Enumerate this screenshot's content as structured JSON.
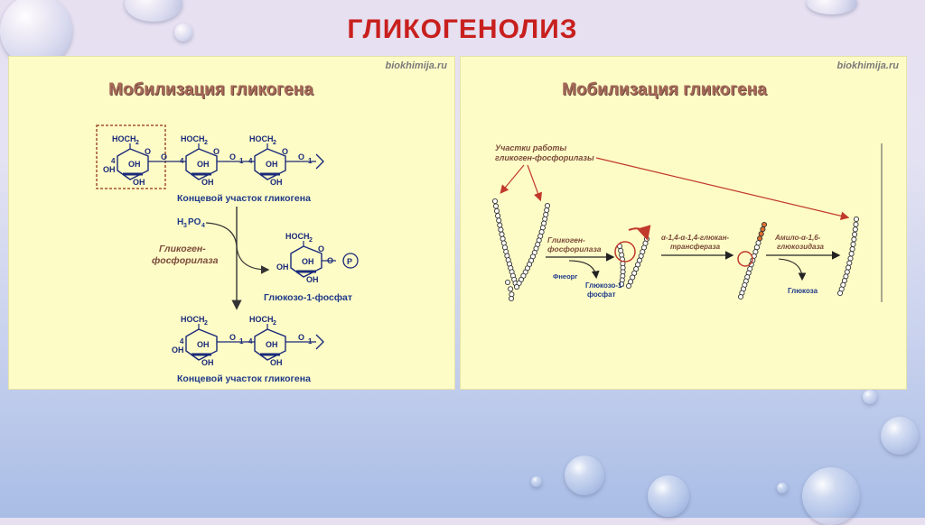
{
  "slide_title": "ГЛИКОГЕНОЛИЗ",
  "left_panel": {
    "site": "biokhimija.ru",
    "title": "Мобилизация гликогена",
    "hoch2": "HOCH",
    "sub2": "2",
    "oh": "OH",
    "o": "O",
    "n1": "1",
    "n4": "4",
    "terminal_label_top": "Концевой участок гликогена",
    "h3po4_h": "H",
    "h3po4_3": "3",
    "h3po4_po": "PO",
    "h3po4_4": "4",
    "enzyme_line1": "Гликоген-",
    "enzyme_line2": "фосфорилаза",
    "phosphate": "P",
    "product_label": "Глюкозо-1-фосфат",
    "terminal_label_bottom": "Концевой участок гликогена"
  },
  "right_panel": {
    "site": "biokhimija.ru",
    "title": "Мобилизация гликогена",
    "sites_line1": "Участки работы",
    "sites_line2": "гликоген-фосфорилазы",
    "enzyme1_line1": "Гликоген-",
    "enzyme1_line2": "фосфорилаза",
    "pi": "Фнеорг",
    "g1p_line1": "Глюкозо-1-",
    "g1p_line2": "фосфат",
    "enzyme2_line1": "α-1,4-α-1,4-глюкан-",
    "enzyme2_line2": "трансфераза",
    "enzyme3_line1": "Амило-α-1,6-",
    "enzyme3_line2": "глюкозидаза",
    "glucose": "Глюкоза"
  },
  "colors": {
    "title_red": "#c8201e",
    "panel_bg": "#fefcc6",
    "structure_blue": "#1a2a7a",
    "label_blue": "#1f3a8a",
    "enzyme_brown": "#7a4a3a",
    "arrow_red": "#c0392b",
    "chain_orange": "#e07030"
  }
}
